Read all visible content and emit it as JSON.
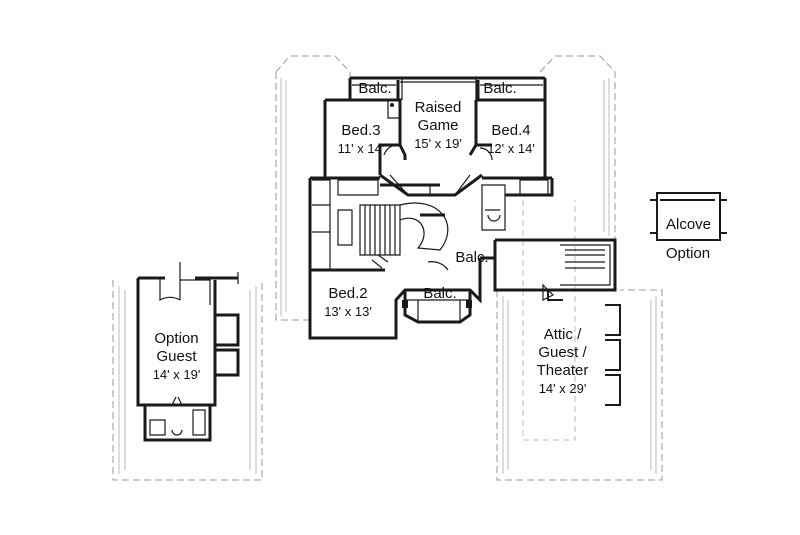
{
  "rooms": {
    "balc_top_left": {
      "name": "Balc."
    },
    "balc_top_right": {
      "name": "Balc."
    },
    "raised_game": {
      "line1": "Raised",
      "line2": "Game",
      "dims": "15' x 19'"
    },
    "bed3": {
      "name": "Bed.3",
      "dims": "11' x 14'"
    },
    "bed4": {
      "name": "Bed.4",
      "dims": "12' x 14'"
    },
    "balc_mid": {
      "name": "Balc."
    },
    "bed2": {
      "name": "Bed.2",
      "dims": "13' x 13'"
    },
    "balc_bottom": {
      "name": "Balc."
    },
    "option_guest": {
      "line1": "Option",
      "line2": "Guest",
      "dims": "14' x 19'"
    },
    "attic": {
      "line1": "Attic /",
      "line2": "Guest /",
      "line3": "Theater",
      "dims": "14' x 29'"
    },
    "alcove": {
      "name": "Alcove",
      "caption": "Option"
    }
  },
  "colors": {
    "wall": "#1a1a1a",
    "dashed": "#8a8a8a",
    "paper": "#ffffff"
  }
}
